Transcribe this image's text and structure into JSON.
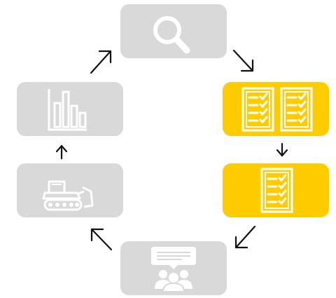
{
  "diagram": {
    "type": "cycle",
    "direction": "clockwise",
    "colors": {
      "inactive": "#d9d9d9",
      "active": "#ffcc00",
      "icon": "#ffffff",
      "arrow": "#111111"
    },
    "nodes": [
      {
        "id": "search",
        "icon": "magnifier-icon",
        "state": "inactive"
      },
      {
        "id": "two-checklists",
        "icon": "double-checklist-icon",
        "state": "active"
      },
      {
        "id": "checklist",
        "icon": "checklist-icon",
        "state": "active"
      },
      {
        "id": "meeting",
        "icon": "people-meeting-icon",
        "state": "inactive"
      },
      {
        "id": "bulldozer",
        "icon": "bulldozer-icon",
        "state": "inactive"
      },
      {
        "id": "bar-chart",
        "icon": "bar-chart-icon",
        "state": "inactive"
      }
    ]
  }
}
